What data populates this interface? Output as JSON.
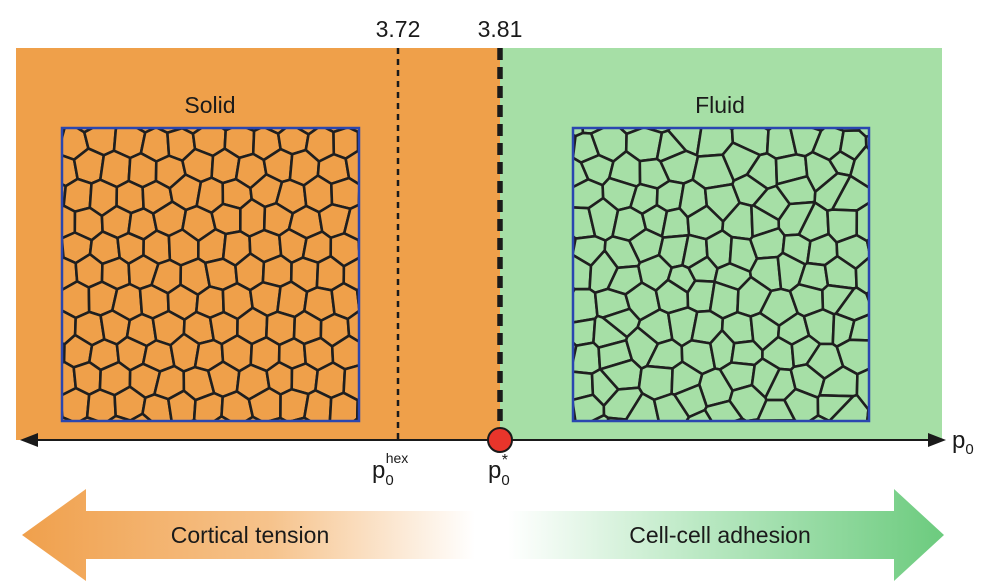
{
  "threshold_hex_value": "3.72",
  "threshold_star_value": "3.81",
  "phase_solid_label": "Solid",
  "phase_fluid_label": "Fluid",
  "axis_label": "p",
  "axis_label_sub": "0",
  "hex_marker_base": "p",
  "hex_marker_sub": "0",
  "hex_marker_sup": "hex",
  "star_marker_base": "p",
  "star_marker_sub": "0",
  "star_marker_sup": "*",
  "left_arrow_label": "Cortical tension",
  "right_arrow_label": "Cell-cell adhesion",
  "colors": {
    "solid_region": "#EFA04A",
    "fluid_region": "#A6DFA6",
    "cell_border": "#1f1f1f",
    "frame": "#2a46b0",
    "critical_point": "#E8352B",
    "left_arrow": "#F0A04C",
    "right_arrow": "#6CCB7E"
  },
  "icons": [
    "left-arrowhead-icon",
    "right-arrowhead-icon",
    "critical-point-icon"
  ]
}
